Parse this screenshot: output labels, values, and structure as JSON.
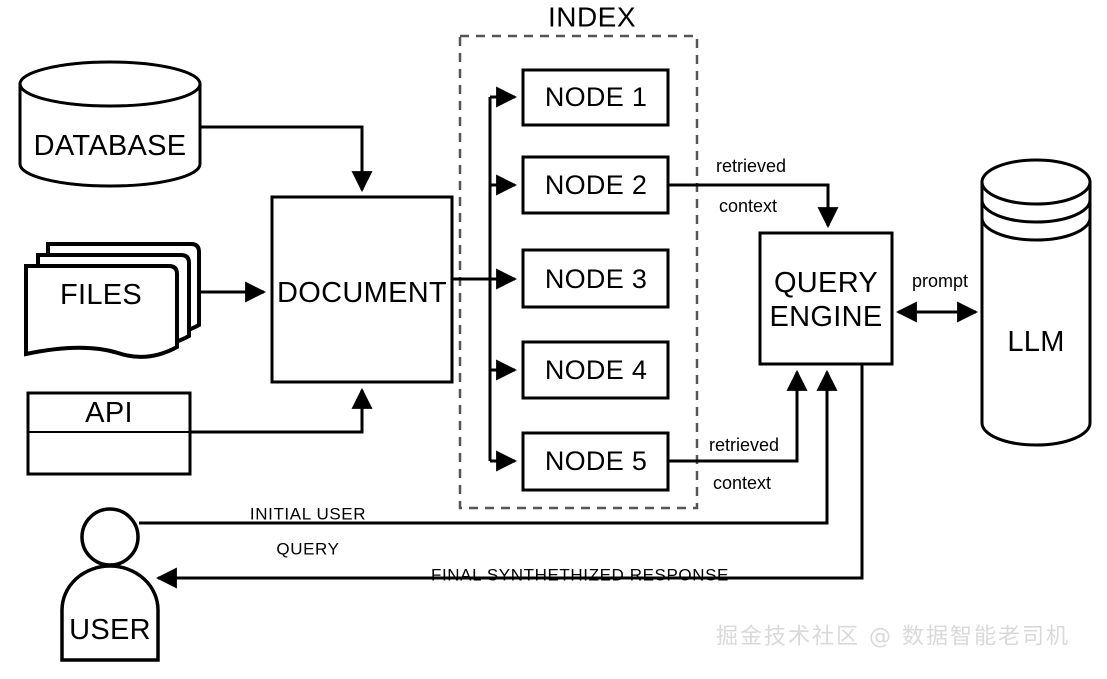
{
  "diagram": {
    "title": "INDEX",
    "watermark": "掘金技术社区 @ 数据智能老司机",
    "sources": {
      "database": "DATABASE",
      "files": "FILES",
      "api": "API"
    },
    "document": "DOCUMENT",
    "index": {
      "label": "INDEX",
      "nodes": [
        {
          "label": "NODE 1"
        },
        {
          "label": "NODE 2"
        },
        {
          "label": "NODE 3"
        },
        {
          "label": "NODE 4"
        },
        {
          "label": "NODE 5"
        }
      ]
    },
    "query_engine": {
      "line1": "QUERY",
      "line2": "ENGINE"
    },
    "llm": "LLM",
    "user": "USER",
    "edges": {
      "retrieved_top_1": "retrieved",
      "retrieved_top_2": "context",
      "retrieved_bottom_1": "retrieved",
      "retrieved_bottom_2": "context",
      "prompt": "prompt",
      "initial_query_1": "INITIAL USER",
      "initial_query_2": "QUERY",
      "final_response": "FINAL SYNTHETHIZED RESPONSE"
    },
    "colors": {
      "stroke": "#000000",
      "background": "#ffffff",
      "dashed": "#555555",
      "watermark": "#d9d9d9"
    }
  }
}
